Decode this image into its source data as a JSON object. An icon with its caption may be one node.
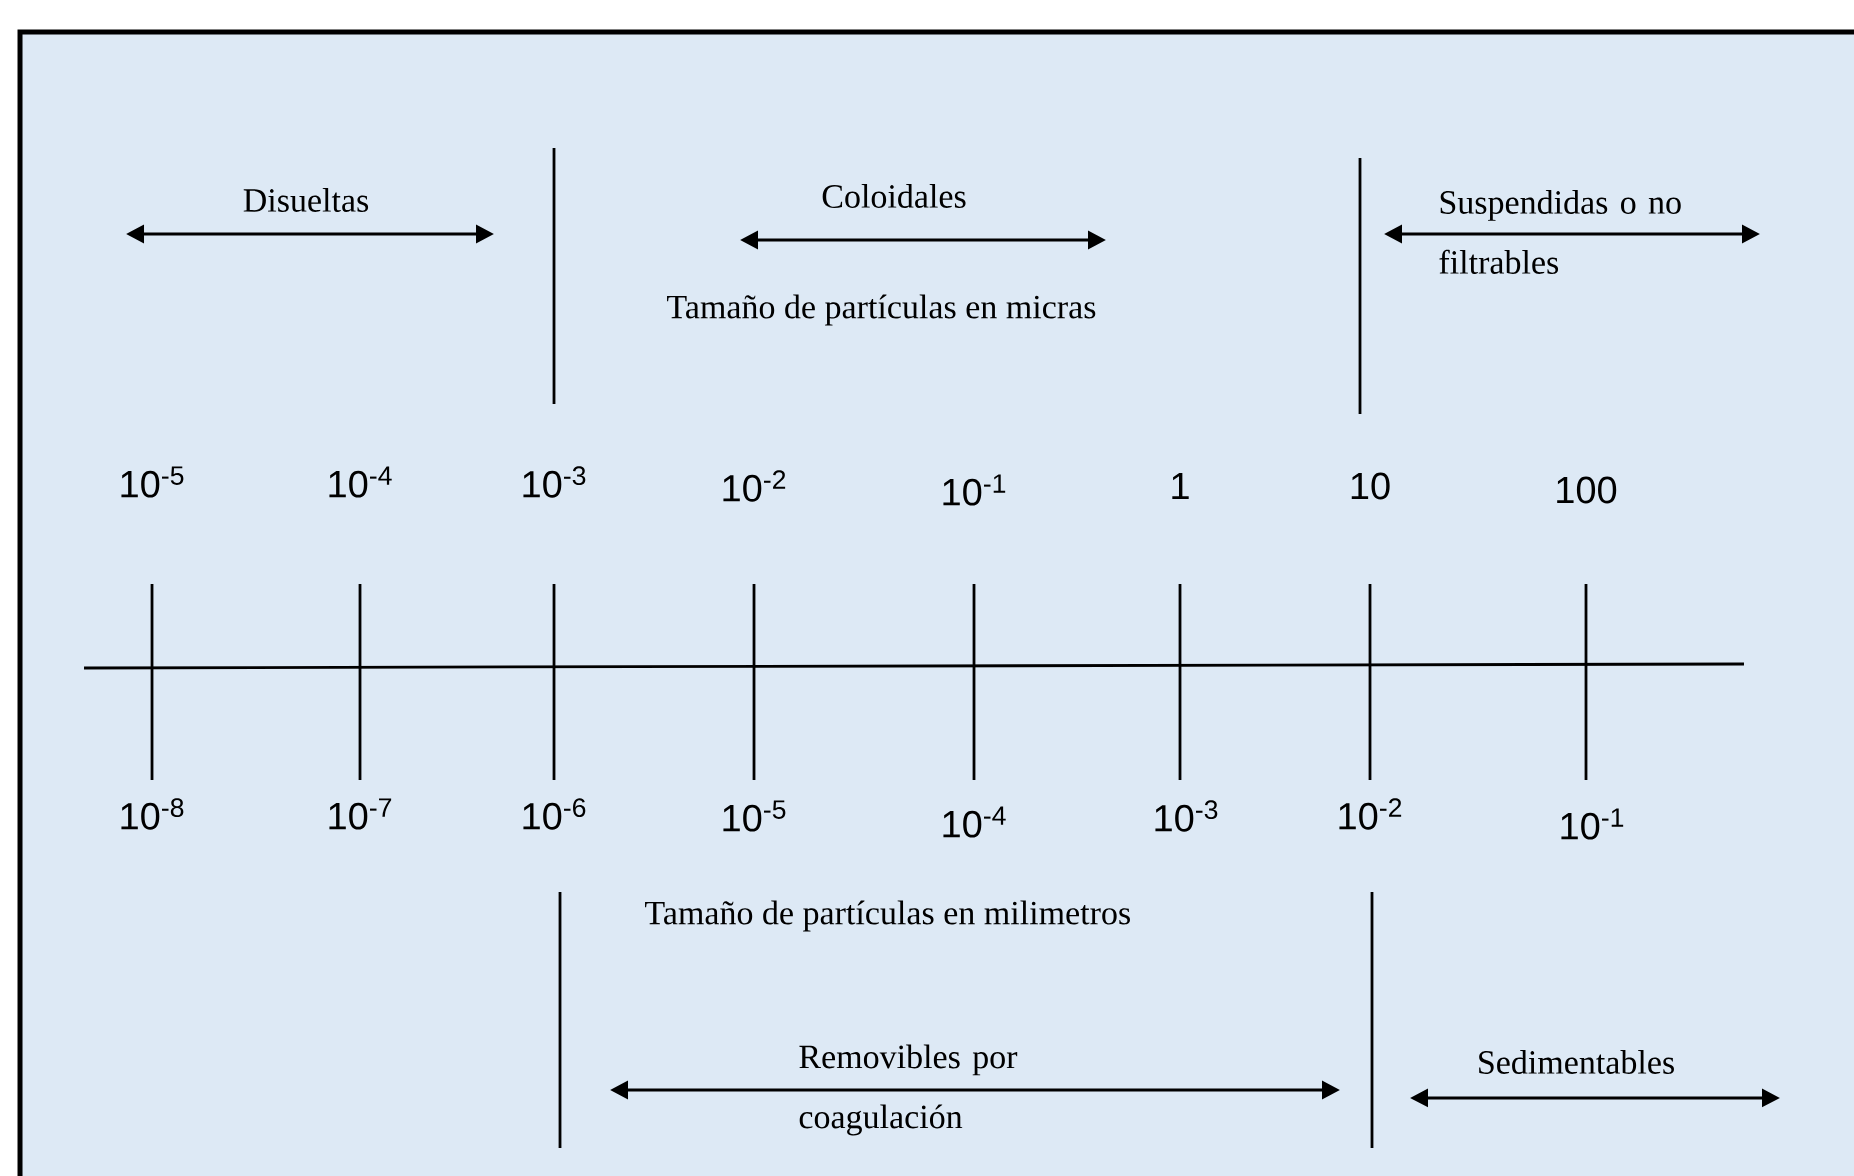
{
  "diagram": {
    "labels": [
      "Disueltas",
      "Coloidales",
      "Suspendidas o no filtrables",
      "Tamaño de partículas en micras",
      "10$^{-5}$",
      "10$^{-4}$",
      "10$^{-3}$",
      "10$^{-2}$",
      "10$^{-1}$",
      "1",
      "10",
      "100",
      "10$^{-8}$",
      "10$^{-7}$",
      "10$^{-6}$",
      "10$^{-5}$",
      "10$^{-4}$",
      "10$^{-3}$",
      "10$^{-2}$",
      "10$^{-1}$",
      "Tamaño de partículas en milimetros",
      "Removibles por coagulación",
      "Sedimentables"
    ]
  }
}
